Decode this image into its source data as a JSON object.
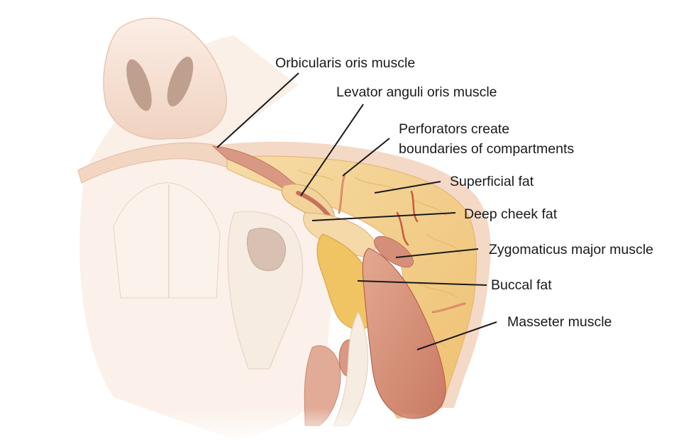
{
  "labels": {
    "orbicularis": "Orbicularis oris muscle",
    "levator": "Levator anguli oris muscle",
    "perforators_line1": "Perforators create",
    "perforators_line2": "boundaries of compartments",
    "superficial_fat": "Superficial fat",
    "deep_cheek_fat": "Deep cheek fat",
    "zygomaticus": "Zygomaticus major muscle",
    "buccal_fat": "Buccal fat",
    "masseter": "Masseter muscle"
  },
  "colors": {
    "skin": "#f3d8c6",
    "subcutaneous_fat": "#f1cf8c",
    "fat_lobule": "#f0c463",
    "muscle": "#d99883",
    "muscle_dark": "#c7705c",
    "bone": "#f6ece1",
    "vessel": "#c85a3c",
    "leader_line": "#1a1a1a"
  }
}
